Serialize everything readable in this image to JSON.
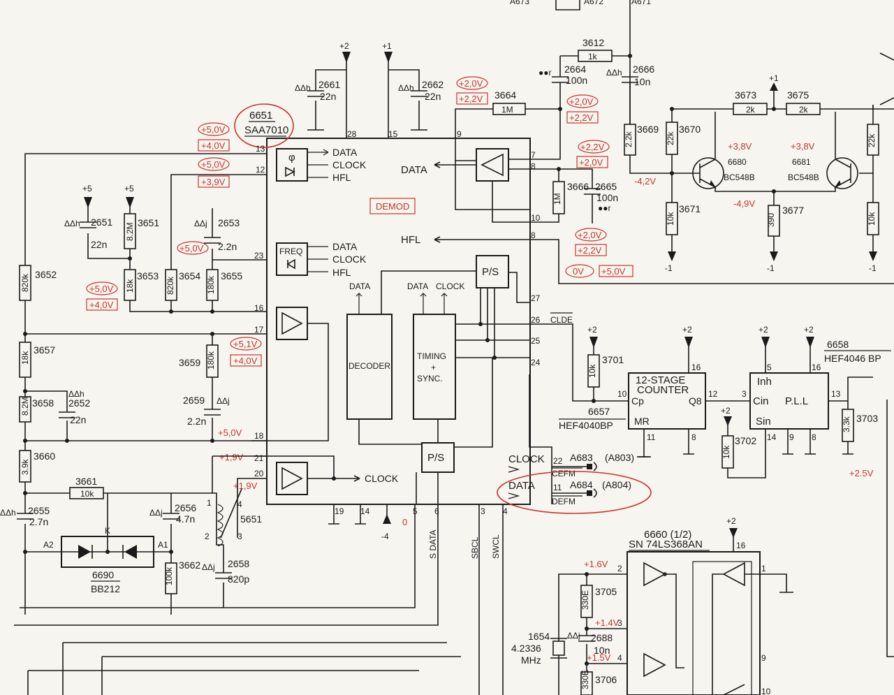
{
  "ic": {
    "ref": "6651",
    "part": "SAA7010",
    "demod": "DEMOD",
    "decoder": "DECODER",
    "timing": [
      "TIMING",
      "+",
      "SYNC."
    ],
    "freq": "FREQ",
    "phi": "φ",
    "ps": "P/S",
    "data": "DATA",
    "clock": "CLOCK",
    "hfl": "HFL",
    "sdata": "S DATA",
    "sbcl": "SBCL",
    "swcl": "SWCL",
    "clde": "CLDE",
    "cefm": "CEFM",
    "defm": "DEFM",
    "pins": [
      "13",
      "12",
      "23",
      "16",
      "17",
      "18",
      "21",
      "20",
      "28",
      "15",
      "9",
      "7",
      "8",
      "10",
      "8",
      "27",
      "26",
      "25",
      "24",
      "22",
      "11",
      "19",
      "14",
      "5",
      "6",
      "3",
      "4"
    ]
  },
  "supplies": [
    "+2",
    "+1",
    "+5",
    "+5",
    "+2",
    "+2",
    "+2",
    "+2",
    "+2",
    "+1",
    "-1",
    "-1",
    "-1",
    "-4",
    "+2"
  ],
  "components": {
    "r3612": [
      "3612",
      "1k"
    ],
    "c2664": [
      "2664",
      "100n"
    ],
    "c2666": [
      "2666",
      "10n"
    ],
    "c2661": [
      "2661",
      "22n"
    ],
    "c2662": [
      "2662",
      "22n"
    ],
    "r3664": [
      "3664",
      "1M"
    ],
    "r3673": [
      "3673",
      "2k"
    ],
    "r3675": [
      "3675",
      "2k"
    ],
    "r3669": [
      "3669",
      "2.2k"
    ],
    "r3670": [
      "3670",
      "22k"
    ],
    "q6680": [
      "6680",
      "BC548B"
    ],
    "q6681": [
      "6681",
      "BC548B"
    ],
    "r3666": [
      "3666",
      "1M"
    ],
    "c2665": [
      "2665",
      "100n"
    ],
    "r3671": [
      "3671",
      "10k"
    ],
    "r3677": [
      "3677",
      "390"
    ],
    "r3r": "10k",
    "r3rt": "22k",
    "c2651": [
      "2651",
      "22n"
    ],
    "r3651": [
      "3651",
      "8.2M"
    ],
    "c2653": [
      "2653",
      "2.2n"
    ],
    "r3652": [
      "3652",
      "820k"
    ],
    "r3653": [
      "3653",
      "18k"
    ],
    "r3654": [
      "3654",
      "820k"
    ],
    "r3655": [
      "3655",
      "180k"
    ],
    "r3657": [
      "3657",
      "18k"
    ],
    "r3658": [
      "3658",
      "8.2M"
    ],
    "c2652": [
      "2652",
      "22n"
    ],
    "r3659": [
      "3659",
      "180k"
    ],
    "c2659": [
      "2659",
      "2.2n"
    ],
    "r3660": [
      "3660",
      "3.9k"
    ],
    "r3661": [
      "3661",
      "10k"
    ],
    "c2655": [
      "2655",
      "2.7n"
    ],
    "c2656": [
      "2656",
      "4.7n"
    ],
    "l5651": "5651",
    "d6690": [
      "6690",
      "BB212"
    ],
    "r3662": [
      "3662",
      "100k"
    ],
    "c2658": [
      "2658",
      "820p"
    ],
    "r3701": [
      "3701",
      "10k"
    ],
    "u6657": [
      "6657",
      "HEF4040BP"
    ],
    "u6657_title": [
      "12-STAGE",
      "COUNTER"
    ],
    "u6657_pins": [
      "Cp",
      "Q8",
      "MR"
    ],
    "u6658": [
      "6658",
      "HEF4046 BP"
    ],
    "u6658_title": "P.L.L",
    "u6658_pins": [
      "Inh",
      "Cin",
      "Sin"
    ],
    "r3702": [
      "3702",
      "10k"
    ],
    "r3703": [
      "3703",
      "3.3k"
    ],
    "a683": [
      "A683",
      "(A803)"
    ],
    "a684": [
      "A684",
      "(A804)"
    ],
    "u6660": [
      "6660 (1/2)",
      "SN 74LS368AN"
    ],
    "r3705": [
      "3705",
      "330E"
    ],
    "c2688": [
      "2688",
      "10n"
    ],
    "x1654": [
      "1654",
      "4.2336",
      "MHz"
    ],
    "r3706": [
      "3706",
      "330E"
    ],
    "top": [
      "A673",
      "A672",
      "A671"
    ],
    "ann": [
      "●●r",
      "ΔΔh",
      "ΔΔh",
      "ΔΔh",
      "ΔΔh",
      "ΔΔj",
      "ΔΔh",
      "ΔΔj",
      "ΔΔj",
      "ΔΔj",
      "ΔΔj",
      "ΔΔh",
      "●●r"
    ],
    "pins_misc": [
      "16",
      "16",
      "5",
      "12",
      "3",
      "13",
      "11",
      "8",
      "14",
      "9",
      "8",
      "10",
      "16",
      "2",
      "3",
      "4",
      "1",
      "9",
      "10",
      "K",
      "A2",
      "A1",
      "1",
      "2",
      "3",
      "4"
    ]
  },
  "voltages": {
    "v13": [
      "+5,0V",
      "+4,0V"
    ],
    "v12": [
      "+5,0V",
      "+3,9V"
    ],
    "v23": "+5,0V",
    "v16": [
      "+5,0V",
      "+4,0V"
    ],
    "v17": [
      "+5,1V",
      "+4,0V"
    ],
    "v18": "+5,0V",
    "v21": "+1,9V",
    "v20": "+1,9V",
    "v9": [
      "+2,0V",
      "+2,2V"
    ],
    "v9b": [
      "+2,0V",
      "+2,2V"
    ],
    "v7": [
      "+2,2V",
      "+2,0V"
    ],
    "v10": [
      "+2,0V",
      "+2,2V"
    ],
    "v8": [
      "0V",
      "+5,0V"
    ],
    "q": [
      "+3,8V",
      "+3,8V",
      "-4,2V",
      "-4,9V"
    ],
    "gnd0": "0",
    "v25": "+2.5V",
    "v3705": [
      "+1.6V",
      "+1.4V",
      "+1.5V"
    ]
  }
}
